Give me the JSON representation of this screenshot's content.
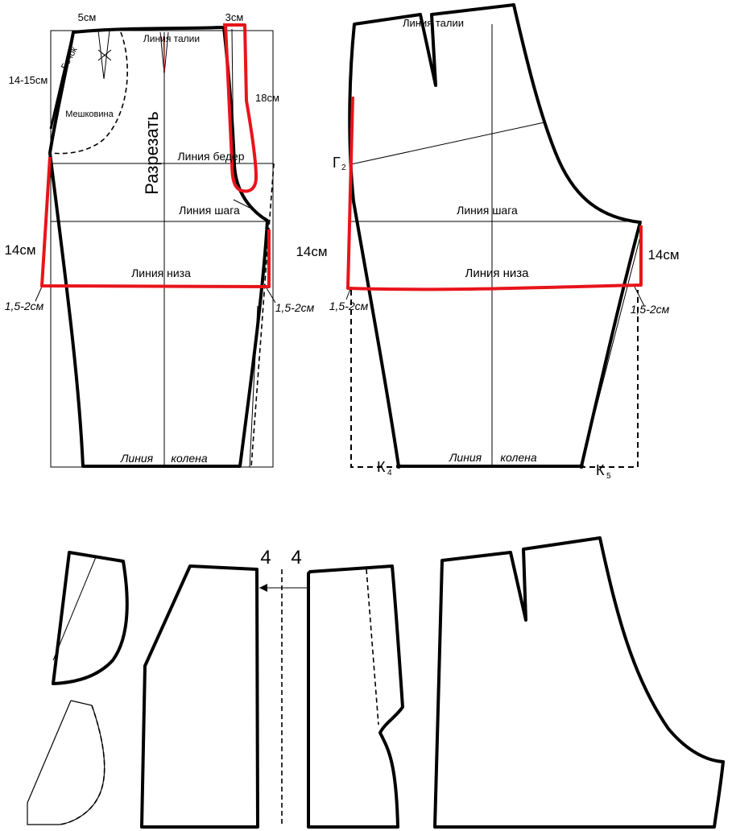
{
  "front": {
    "waist_line": "Линия талии",
    "hip_line": "Линия бедер",
    "crotch_line": "Линия шага",
    "hem_line": "Линия низа",
    "knee_word1": "Линия",
    "knee_word2": "колена",
    "cut": "Разрезать",
    "side_piece": "Бочок",
    "pocket_bag": "Мешковина",
    "dim_5": "5см",
    "dim_3": "3см",
    "dim_18": "18см",
    "dim_14_15": "14-15см",
    "dim_14": "14см",
    "dim_15_2_left": "1,5-2см",
    "dim_15_2_right": "1,5-2см"
  },
  "back": {
    "waist_line": "Линия талии",
    "crotch_line": "Линия шага",
    "hem_line": "Линия низа",
    "knee_word1": "Линия",
    "knee_word2": "колена",
    "g2": "Г",
    "g2_sub": "2",
    "k4": "К",
    "k4_sub": "4",
    "k5": "К",
    "k5_sub": "5",
    "dim_14_left": "14см",
    "dim_14_right": "14см",
    "dim_15_2_left": "1,5-2см",
    "dim_15_2_right": "1,5-2см"
  },
  "bottom": {
    "num_left": "4",
    "num_right": "4"
  },
  "colors": {
    "outline": "#000000",
    "highlight": "#e8141b",
    "background": "#ffffff"
  }
}
